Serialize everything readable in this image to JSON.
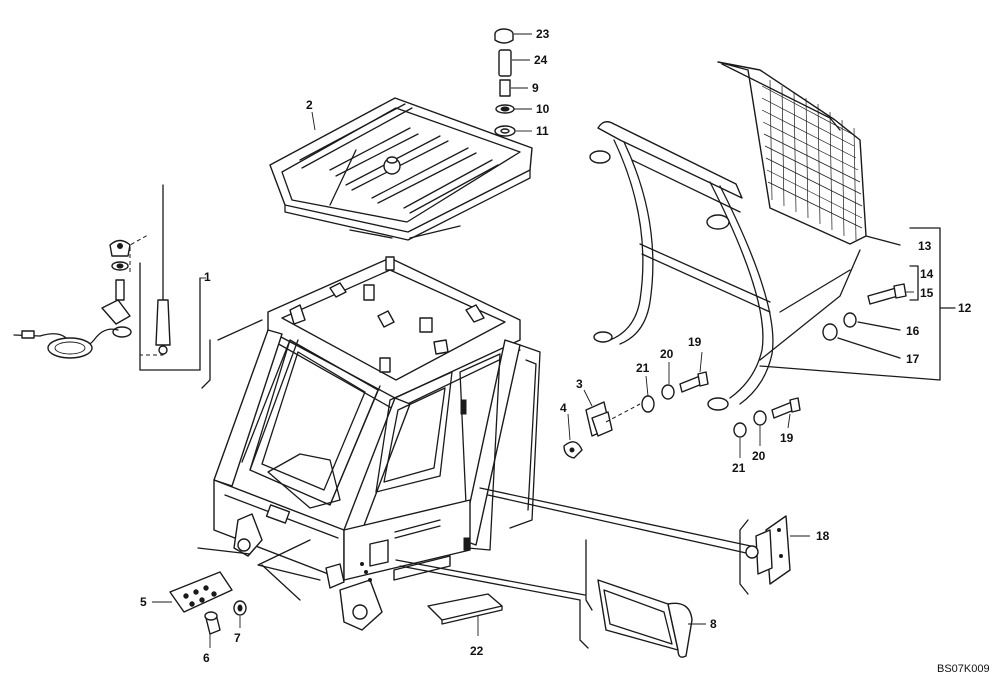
{
  "diagram": {
    "code": "BS07K009",
    "labels": {
      "p1": "1",
      "p2": "2",
      "p3": "3",
      "p4": "4",
      "p5": "5",
      "p6": "6",
      "p7": "7",
      "p8": "8",
      "p9": "9",
      "p10": "10",
      "p11": "11",
      "p12": "12",
      "p13": "13",
      "p14": "14",
      "p15": "15",
      "p16": "16",
      "p17": "17",
      "p18": "18",
      "p19a": "19",
      "p19b": "19",
      "p20a": "20",
      "p20b": "20",
      "p21a": "21",
      "p21b": "21",
      "p22": "22",
      "p23": "23",
      "p24": "24"
    }
  }
}
